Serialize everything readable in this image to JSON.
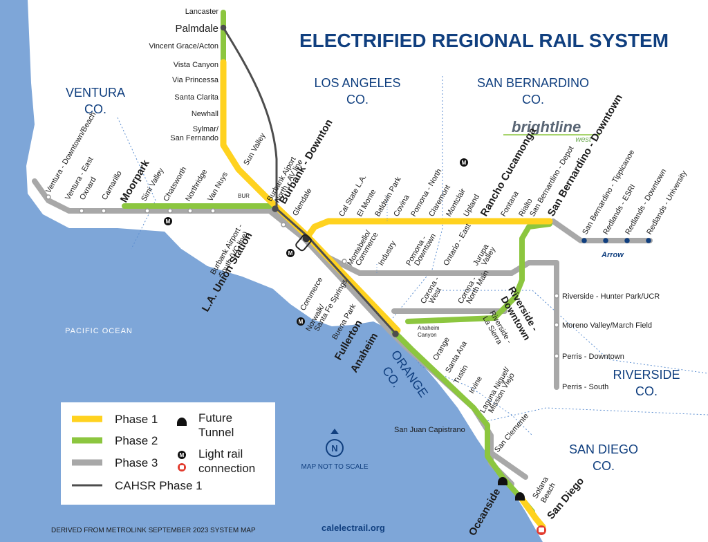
{
  "map": {
    "title": "ELECTRIFIED REGIONAL RAIL SYSTEM",
    "counties": {
      "ventura": [
        "VENTURA",
        "CO."
      ],
      "los_angeles": [
        "LOS ANGELES",
        "CO."
      ],
      "san_bernardino": [
        "SAN BERNARDINO",
        "CO."
      ],
      "orange": [
        "ORANGE",
        "CO."
      ],
      "riverside": [
        "RIVERSIDE",
        "CO."
      ],
      "san_diego": [
        "SAN DIEGO",
        "CO."
      ]
    },
    "ocean_label": "PACIFIC OCEAN",
    "brightline": {
      "main": "brightline",
      "sub": "west"
    },
    "arrow_logo": "Arrow",
    "bur_label": "BUR",
    "scale_note": "MAP NOT TO SCALE",
    "compass_letter": "N",
    "footer_source": "DERIVED FROM METROLINK SEPTEMBER 2023 SYSTEM MAP",
    "footer_url": "calelectrail.org",
    "legend": {
      "phase1": "Phase 1",
      "phase2": "Phase 2",
      "phase3": "Phase 3",
      "cahsr": "CAHSR Phase 1",
      "tunnel": [
        "Future",
        "Tunnel"
      ],
      "lightrail": [
        "Light rail",
        "connection"
      ]
    },
    "colors": {
      "ocean": "#7ea6d8",
      "land": "#ffffff",
      "phase1": "#ffd21f",
      "phase2": "#8cc63f",
      "phase3": "#a8a8a8",
      "cahsr": "#4d4d4d",
      "title": "#103f7f"
    },
    "stations": {
      "lancaster": "Lancaster",
      "palmdale": "Palmdale",
      "vincent": "Vincent Grace/Acton",
      "vista": "Vista Canyon",
      "via": "Via Princessa",
      "santaclarita": "Santa Clarita",
      "newhall": "Newhall",
      "sylmar": [
        "Sylmar/",
        "San Fernando"
      ],
      "sunvalley": "Sun Valley",
      "burbankav": [
        "Burbank Aiport",
        "North - AV line"
      ],
      "burbankdt": "Burbank - Downton",
      "glendale": "Glendale",
      "burbankvc": [
        "Burbank Airport -",
        "South (VC line)"
      ],
      "union": "L.A. Union Station",
      "ventura_dt": "Ventura - Downtown/Beach",
      "ventura_e": "Ventura - East",
      "oxnard": "Oxnard",
      "camarillo": "Camarillo",
      "moorpark": "Moorpark",
      "simi": "Simi Valley",
      "chatsworth": "Chatsworth",
      "northridge": "Northridge",
      "vannuys": "Van Nuys",
      "calstate": "Cal State L.A.",
      "elmonte": "El Monte",
      "baldwin": "Baldwin Park",
      "covina": "Covina",
      "pomona_n": "Pomona - North",
      "claremont": "Claremont",
      "montclair": "Montclair",
      "upland": "Upland",
      "rancho": "Rancho Cucamonga",
      "fontana": "Fontana",
      "rialto": "Rialto",
      "sb_depot": "San Bernardino - Depot",
      "sb_dt": "San Bernardino - Downtown",
      "sb_tip": "San Bernardino - Tippicanoe",
      "red_esri": "Redlands - ESRI",
      "red_dt": "Redlands - Downtown",
      "red_univ": "Redlands - University",
      "montebello": [
        "Montebello/",
        "Commerce"
      ],
      "industry": "Industry",
      "pomona_dt": [
        "Pomona -",
        "Downtown"
      ],
      "ontario": "Ontario - East",
      "jurupa": [
        "Jurupa",
        "Valley"
      ],
      "corona_w": [
        "Corona -",
        "West"
      ],
      "corona_nm": [
        "Corona -",
        "North Main"
      ],
      "riv_dt": [
        "Riverside -",
        "Downtown"
      ],
      "riv_hp": "Riverside - Hunter Park/UCR",
      "moreno": "Moreno Valley/March Field",
      "perris_dt": "Perris - Downtown",
      "perris_s": "Perris - South",
      "commerce": "Commerce",
      "norwalk": [
        "Norwalk/",
        "Santa Fe Springs"
      ],
      "buenapark": "Buena Park",
      "fullerton": "Fullerton",
      "anaheim": "Anaheim",
      "anaheim_c": [
        "Anaheim",
        "Canyon"
      ],
      "riv_ls": [
        "Riverside -",
        "La Sierra"
      ],
      "orange": "Orange",
      "santaana": "Santa Ana",
      "tustin": "Tustin",
      "irvine": "Irvine",
      "laguna": [
        "Laguna Niguel/",
        "Mission Viejo"
      ],
      "sjc": "San Juan Capistrano",
      "sanclemente": "San Clemente",
      "oceanside": "Oceanside",
      "solana": [
        "Solana",
        "Beach"
      ],
      "sandiego": "San Diego"
    }
  }
}
